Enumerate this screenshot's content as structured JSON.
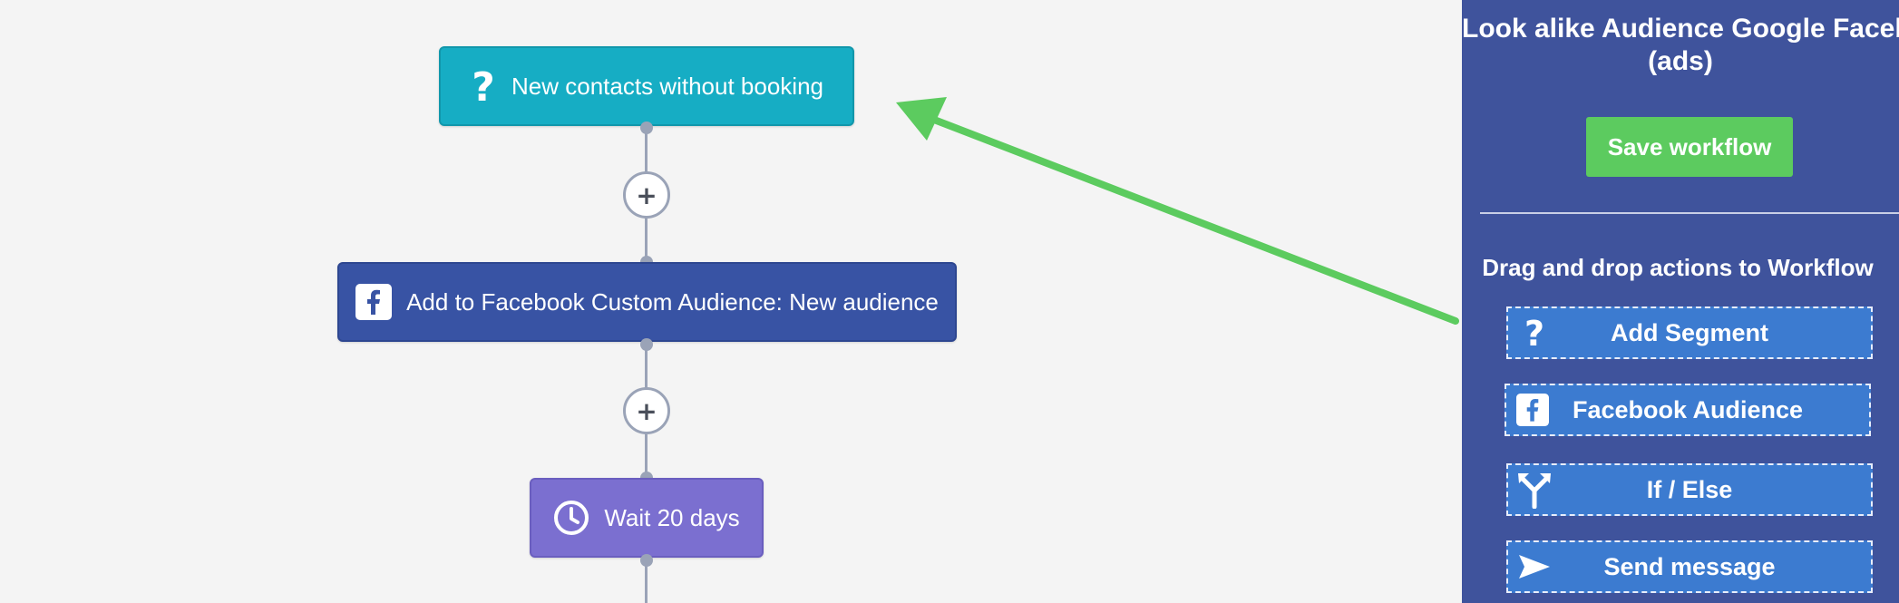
{
  "workflow": {
    "nodes": {
      "segment": {
        "label": "New contacts without booking",
        "icon": "question-mark-icon"
      },
      "facebook": {
        "label": "Add to Facebook Custom Audience: New audience",
        "icon": "facebook-icon"
      },
      "wait": {
        "label": "Wait 20 days",
        "icon": "clock-icon"
      }
    },
    "add_step_label": "+"
  },
  "panel": {
    "title_line1": "Look alike Audience Google Facebook",
    "title_line2": "(ads)",
    "save_label": "Save workflow",
    "dnd_label": "Drag and drop actions to Workflow",
    "actions": [
      {
        "label": "Add Segment",
        "icon": "question-mark-icon"
      },
      {
        "label": "Facebook Audience",
        "icon": "facebook-icon"
      },
      {
        "label": "If / Else",
        "icon": "split-arrow-icon"
      },
      {
        "label": "Send message",
        "icon": "send-icon"
      }
    ]
  },
  "colors": {
    "canvas_bg": "#f4f4f4",
    "panel_bg": "#3f539c",
    "segment_node": "#16adc4",
    "facebook_node": "#3853a4",
    "wait_node": "#7b6fd0",
    "save_button": "#5ccb5f",
    "action_item": "#3c7bd0",
    "pointer_arrow": "#5ccb5f"
  }
}
